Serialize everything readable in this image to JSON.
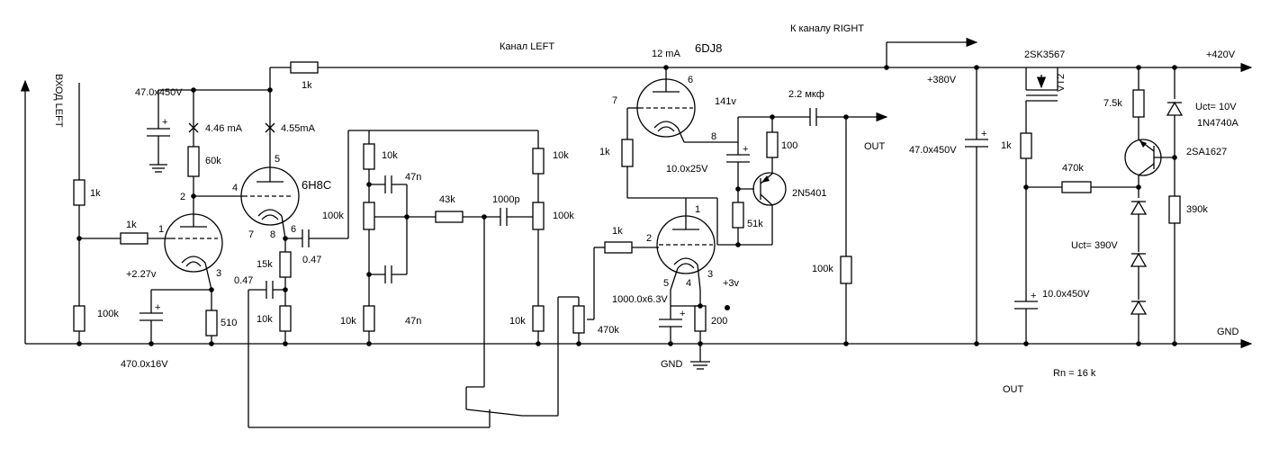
{
  "labels": {
    "input": "ВХОД LEFT",
    "channel": "Канал LEFT",
    "to_right": "К каналу RIGHT",
    "ground": "GND",
    "ground_bottom": "GND",
    "out_main": "OUT",
    "out_lower": "OUT",
    "v420": "+420V",
    "v380": "+380V",
    "load": "Rn = 16 k"
  },
  "tubes": {
    "t1": "6H8C",
    "t2": "6DJ8",
    "t2_current": "12 mA"
  },
  "pins": {
    "p1": "1",
    "p2": "2",
    "p3": "3",
    "p4": "4",
    "p5": "5",
    "p6": "6",
    "p7": "7",
    "p8": "8",
    "q1": "1",
    "q2": "2",
    "q3": "3",
    "q4": "4",
    "q5": "5",
    "q6": "6",
    "q7": "7",
    "q8": "8"
  },
  "resistors": {
    "r_in": "1k",
    "r_in_shunt": "100k",
    "r_grid1": "1k",
    "r_k1": "510",
    "r_plate1": "60k",
    "r_supply": "1k",
    "r_k2a": "15k",
    "r_k2b": "10k",
    "r_grid_leak": "100k",
    "r_tone_top_l": "10k",
    "r_tone_bot_l": "10k",
    "r_tone_mid": "43k",
    "r_tone_top_r": "10k",
    "r_tone_pot": "100k",
    "r_tone_bot_r": "10k",
    "r_vol": "470k",
    "r_grid3": "1k",
    "r_plate3": "1k",
    "r_k3": "200",
    "r_q_base": "51k",
    "r_q_e": "100",
    "r_out": "100k",
    "r_reg1": "1k",
    "r_reg2": "470k",
    "r_reg3": "7.5k",
    "r_reg4": "390k"
  },
  "capacitors": {
    "c_decoup": "47.0x450V",
    "c_k1": "470.0x16V",
    "c_couple1": "0.47",
    "c_fb": "0.47",
    "c_tone1": "47n",
    "c_tone2": "47n",
    "c_tone3": "1000p",
    "c_k3": "1000.0x6.3V",
    "c_q": "10.0x25V",
    "c_out": "2.2 мкф",
    "c_psu1": "47.0x450V",
    "c_psu2": "10.0x450V"
  },
  "measurements": {
    "i1": "4.46 mA",
    "i2": "4.55mA",
    "v_k1": "+2.27v",
    "v_plate3": "141v",
    "v_k3": "+3v"
  },
  "semis": {
    "q1": "2N5401",
    "vt2_type": "2SK3567",
    "vt2_label": "VT2",
    "q3": "2SA1627",
    "zener": "1N4740A",
    "uct_z": "Uct= 10V",
    "uct_stack": "Uct= 390V"
  }
}
